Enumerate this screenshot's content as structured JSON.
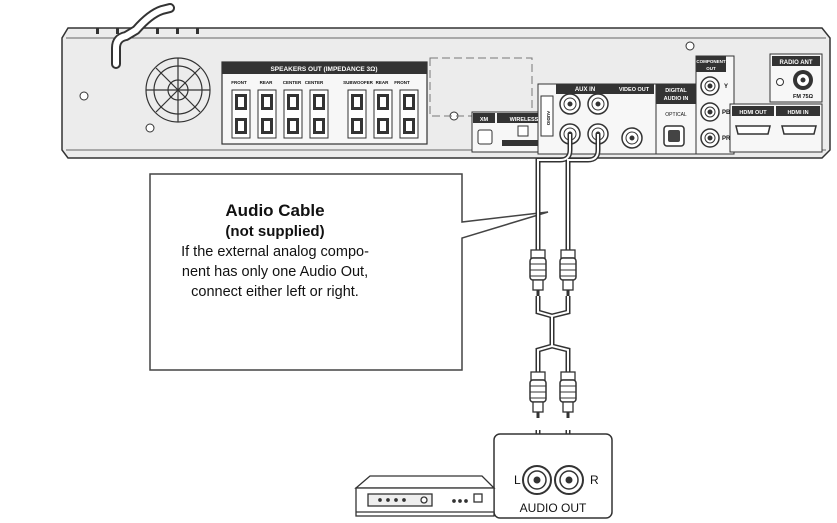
{
  "panel_labels": {
    "speakers_out": "SPEAKERS OUT (IMPEDANCE 3Ω)",
    "sp_front_l": "FRONT",
    "sp_rear_l": "REAR",
    "sp_center": "CENTER",
    "sp_center2": "CENTER",
    "sp_subwoofer": "SUBWOOFER",
    "sp_rear_r": "REAR",
    "sp_front_r": "FRONT",
    "aux_in": "AUX IN",
    "video_out": "VIDEO OUT",
    "digital_audio_in_1": "DIGITAL",
    "digital_audio_in_2": "AUDIO IN",
    "optical": "OPTICAL",
    "component_out_1": "COMPONENT",
    "component_out_2": "OUT",
    "y": "Y",
    "pb": "PB",
    "pr": "PR",
    "radio_ant": "RADIO ANT",
    "fm": "FM 75Ω",
    "hdmi_out": "HDMI OUT",
    "hdmi_in": "HDMI IN",
    "xm": "XM",
    "wireless": "WIRELESS",
    "audio_side": "AUDIO"
  },
  "callout": {
    "title": "Audio Cable",
    "subtitle": "(not supplied)",
    "body_lines": [
      "If the external analog compo-",
      "nent has only one Audio Out,",
      "connect either left or right."
    ]
  },
  "audio_out": {
    "left": "L",
    "right": "R",
    "label": "AUDIO OUT"
  }
}
